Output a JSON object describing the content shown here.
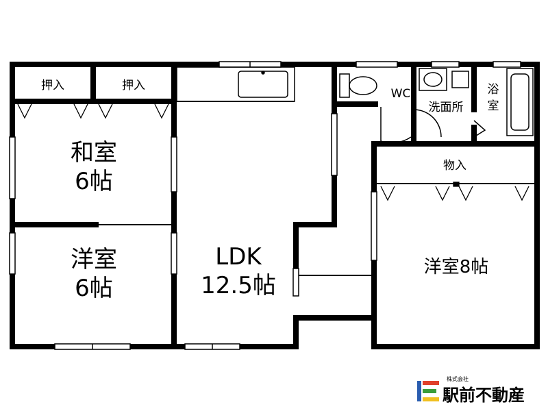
{
  "rooms": {
    "oshiire_1": "押入",
    "oshiire_2": "押入",
    "washitsu_name": "和室",
    "washitsu_size": "6帖",
    "yoshitsu_name": "洋室",
    "yoshitsu_size": "6帖",
    "ldk_name": "LDK",
    "ldk_size": "12.5帖",
    "wc": "WC",
    "senmenjo": "洗面所",
    "yokushitsu_line1": "浴",
    "yokushitsu_line2": "室",
    "monoire": "物入",
    "yoshitsu8": "洋室8帖"
  },
  "brand": {
    "tagline": "株式会社",
    "name": "駅前不動産",
    "colors": {
      "blue": "#2a5db0",
      "red": "#e0402a",
      "green": "#3a9d3a",
      "yellow": "#f0c020"
    }
  }
}
